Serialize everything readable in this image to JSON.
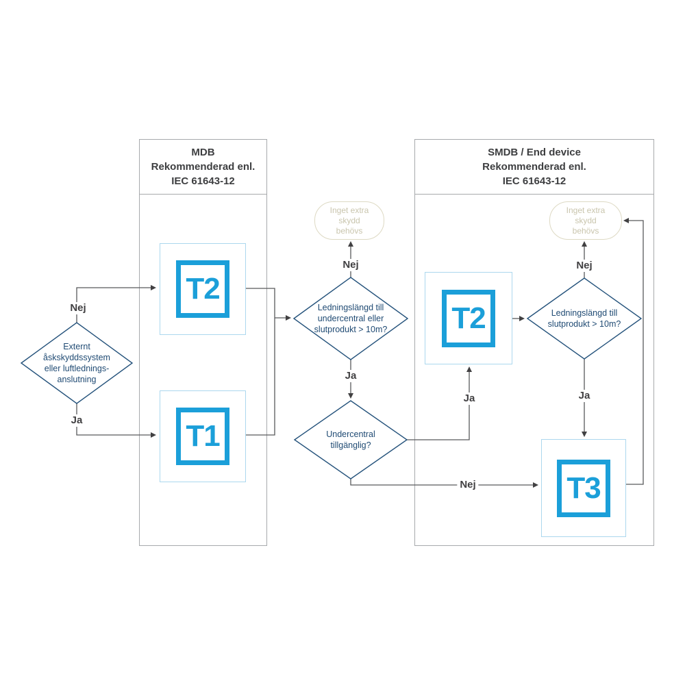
{
  "left_panel": {
    "title1": "MDB",
    "title2": "Rekommenderad enl.",
    "title3": "IEC 61643-12"
  },
  "right_panel": {
    "title1": "SMDB / End device",
    "title2": "Rekommenderad enl.",
    "title3": "IEC 61643-12"
  },
  "boxes": {
    "t2_left": "T2",
    "t1_left": "T1",
    "t2_right": "T2",
    "t3": "T3"
  },
  "pills": {
    "mid": {
      "line1": "Inget extra",
      "line2": "skydd",
      "line3": "behövs"
    },
    "right": {
      "line1": "Inget extra",
      "line2": "skydd",
      "line3": "behövs"
    }
  },
  "decisions": {
    "external": {
      "line1": "Externt",
      "line2": "åskskyddssystem",
      "line3": "eller luftlednings-",
      "line4": "anslutning"
    },
    "length_mid": {
      "line1": "Ledningslängd till",
      "line2": "undercentral eller",
      "line3": "slutprodukt > 10m?"
    },
    "undercentral": {
      "line1": "Undercentral",
      "line2": "tillgänglig?"
    },
    "length_right": {
      "line1": "Ledningslängd till",
      "line2": "slutprodukt > 10m?"
    }
  },
  "labels": {
    "yes": "Ja",
    "no": "Nej"
  },
  "colors": {
    "accent_cyan": "#1b9fd9",
    "navy": "#1f4a73",
    "wire_gray": "#58595b",
    "panel_border": "#a7a9ac",
    "box_border_light": "#abd7ee",
    "pill_border": "#ddd9c3",
    "pill_text": "#c9c5ad",
    "label_dark": "#414042"
  }
}
